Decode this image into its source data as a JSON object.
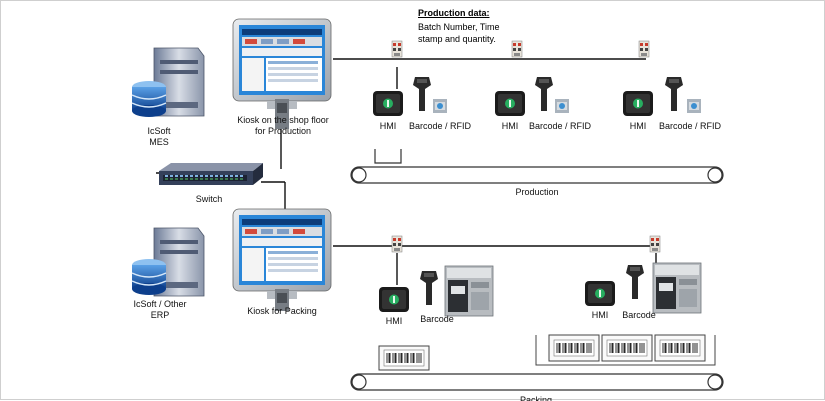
{
  "servers": {
    "mes": "IcSoft MES",
    "erp": "IcSoft / Other ERP"
  },
  "switch": "Switch",
  "kiosks": {
    "production": "Kiosk on the shop floor for Production",
    "packing": "Kiosk for Packing"
  },
  "production_data": {
    "title": "Production data:",
    "line1": "Batch Number, Time",
    "line2": "stamp and quantity."
  },
  "stations": {
    "hmi": "HMI",
    "barcode_rfid": "Barcode / RFID",
    "barcode": "Barcode"
  },
  "lines": {
    "production": "Production",
    "packing": "Packing"
  },
  "colors": {
    "accent": "#1e5fb4",
    "switch": "#34405a",
    "conveyor": "#333333"
  }
}
